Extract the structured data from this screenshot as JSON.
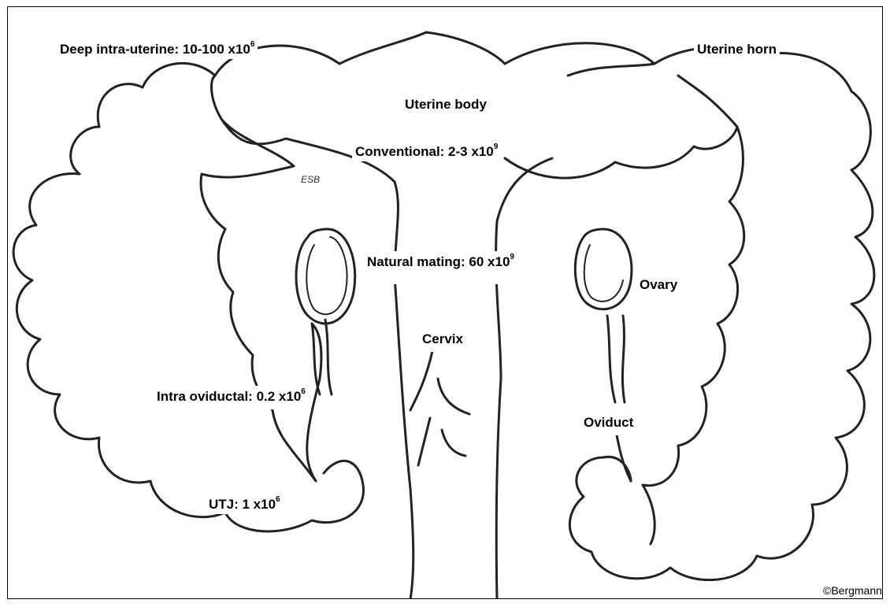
{
  "labels": {
    "deep": {
      "text": "Deep intra-uterine: 10-100 x10",
      "exp": "6"
    },
    "horn": "Uterine horn",
    "body": "Uterine body",
    "conventional": {
      "text": "Conventional: 2-3 x10",
      "exp": "9"
    },
    "natural": {
      "text": "Natural mating: 60 x10",
      "exp": "9"
    },
    "ovary": "Ovary",
    "cervix": "Cervix",
    "intra_oviductal": {
      "text": "Intra oviductal: 0.2 x10",
      "exp": "6"
    },
    "oviduct": "Oviduct",
    "utj": {
      "text": "UTJ: 1 x10",
      "exp": "6"
    },
    "copyright": "©Bergmann",
    "signature": "ESB"
  }
}
